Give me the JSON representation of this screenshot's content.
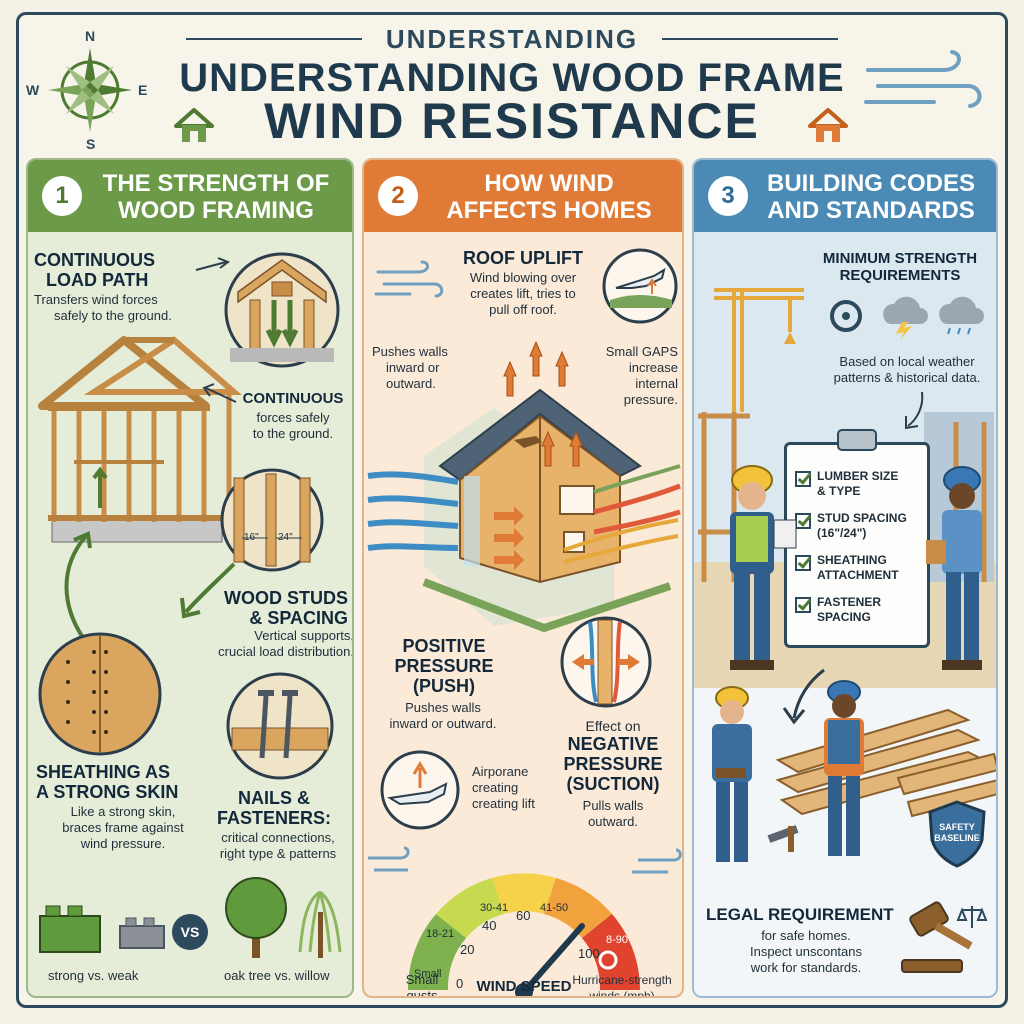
{
  "header": {
    "kicker": "UNDERSTANDING",
    "title_line1": "UNDERSTANDING WOOD FRAME",
    "title_line2": "WIND RESISTANCE",
    "compass": {
      "n": "N",
      "s": "S",
      "e": "E",
      "w": "W"
    }
  },
  "sections": [
    {
      "number": "1",
      "title_line1": "THE STRENGTH OF",
      "title_line2": "WOOD FRAMING"
    },
    {
      "number": "2",
      "title_line1": "HOW WIND",
      "title_line2": "AFFECTS HOMES"
    },
    {
      "number": "3",
      "title_line1": "BUILDING CODES",
      "title_line2": "AND STANDARDS"
    }
  ],
  "col1": {
    "load_path_title_1": "CONTINUOUS",
    "load_path_title_2": "LOAD PATH",
    "load_path_desc_1": "Transfers wind forces",
    "load_path_desc_2": "safely to the ground.",
    "continuous_title": "CONTINUOUS",
    "continuous_desc_1": "forces safely",
    "continuous_desc_2": "to the ground.",
    "stud_spacing_1": "16\"",
    "stud_spacing_2": "24\"",
    "studs_title_1": "WOOD STUDS",
    "studs_title_2": "& SPACING",
    "studs_desc_1": "Vertical supports,",
    "studs_desc_2": "crucial load distribution.",
    "sheathing_title_1": "SHEATHING AS",
    "sheathing_title_2": "A STRONG SKIN",
    "sheathing_desc_1": "Like a strong skin,",
    "sheathing_desc_2": "braces frame against",
    "sheathing_desc_3": "wind pressure.",
    "nails_title_1": "NAILS &",
    "nails_title_2": "FASTENERS:",
    "nails_desc_1": "critical connections,",
    "nails_desc_2": "right type & patterns",
    "vs": "VS",
    "compare_left": "strong vs. weak",
    "compare_right": "oak tree vs. willow"
  },
  "col2": {
    "uplift_title": "ROOF UPLIFT",
    "uplift_desc_1": "Wind blowing over",
    "uplift_desc_2": "creates lift, tries to",
    "uplift_desc_3": "pull off roof.",
    "pushes_1": "Pushes walls",
    "pushes_2": "inward or",
    "pushes_3": "outward.",
    "gaps_1": "Small GAPS",
    "gaps_2": "increase",
    "gaps_3": "internal",
    "gaps_4": "pressure.",
    "positive_1": "POSITIVE",
    "positive_2": "PRESSURE",
    "positive_3": "(PUSH)",
    "positive_desc_1": "Pushes walls",
    "positive_desc_2": "inward or outward.",
    "effect_on": "Effect on",
    "negative_1": "NEGATIVE",
    "negative_2": "PRESSURE",
    "negative_3": "(SUCTION)",
    "negative_desc_1": "Pulls walls",
    "negative_desc_2": "outward.",
    "airplane_1": "Airporane",
    "airplane_2": "creating",
    "airplane_3": "creating lift",
    "gauge": {
      "title": "WIND SPEED",
      "bands": [
        "Small",
        "18-21",
        "30-41",
        "41-50",
        "8-90"
      ],
      "ticks": [
        "0",
        "20",
        "40",
        "60",
        "100"
      ],
      "left_caption_1": "Small",
      "left_caption_2": "gusts",
      "right_caption_1": "Hurricane-strength",
      "right_caption_2": "winds (mph)"
    }
  },
  "col3": {
    "min_title_1": "MINIMUM STRENGTH",
    "min_title_2": "REQUIREMENTS",
    "min_desc_1": "Based on local weather",
    "min_desc_2": "patterns & historical data.",
    "checklist": [
      {
        "line1": "LUMBER SIZE",
        "line2": "& TYPE"
      },
      {
        "line1": "STUD SPACING",
        "line2": "(16\"/24\")"
      },
      {
        "line1": "SHEATHING",
        "line2": "ATTACHMENT"
      },
      {
        "line1": "FASTENER",
        "line2": "SPACING"
      }
    ],
    "badge_1": "SAFETY",
    "badge_2": "BASELINE",
    "legal_title": "LEGAL REQUIREMENT",
    "legal_desc_1": "for safe homes.",
    "legal_desc_2": "Inspect unscontans",
    "legal_desc_3": "work for standards."
  },
  "colors": {
    "green": "#6c9a48",
    "orange": "#e07b37",
    "blue": "#4a8ab5",
    "navy": "#1f3a4d"
  }
}
